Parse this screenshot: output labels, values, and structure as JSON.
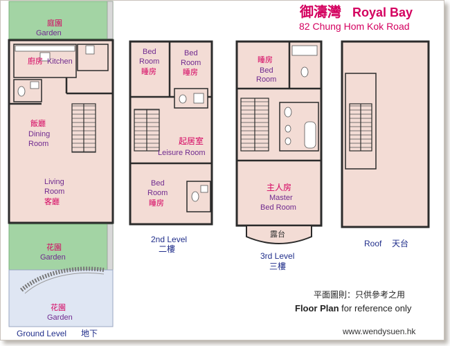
{
  "header": {
    "title_cn": "御濤灣",
    "title_en": "Royal Bay",
    "address": "82 Chung Hom Kok Road"
  },
  "ground": {
    "garden_top_cn": "庭園",
    "garden_top_en": "Garden",
    "kitchen_cn": "廚房",
    "kitchen_en": "Kitchen",
    "dining_cn": "飯廳",
    "dining_en1": "Dining",
    "dining_en2": "Room",
    "living_en1": "Living",
    "living_en2": "Room",
    "living_cn": "客廳",
    "garden_mid_cn": "花園",
    "garden_mid_en": "Garden",
    "garden_low_cn": "花園",
    "garden_low_en": "Garden",
    "level_en": "Ground Level",
    "level_cn": "地下"
  },
  "second": {
    "bed1_en1": "Bed",
    "bed1_en2": "Room",
    "bed1_cn": "睡房",
    "bed2_en1": "Bed",
    "bed2_en2": "Room",
    "bed2_cn": "睡房",
    "leisure_cn": "起居室",
    "leisure_en": "Leisure Room",
    "bed3_en1": "Bed",
    "bed3_en2": "Room",
    "bed3_cn": "睡房",
    "level_en": "2nd Level",
    "level_cn": "二樓"
  },
  "third": {
    "bed_cn": "睡房",
    "bed_en1": "Bed",
    "bed_en2": "Room",
    "master_cn": "主人房",
    "master_en1": "Master",
    "master_en2": "Bed Room",
    "terrace_cn": "露台",
    "level_en": "3rd Level",
    "level_cn": "三樓"
  },
  "roof": {
    "label_en": "Roof",
    "label_cn": "天台"
  },
  "footer": {
    "note_cn": "平面圖則：只供參考之用",
    "note_bold": "Floor Plan",
    "note_rest": " for reference only",
    "website": "www.wendysuen.hk"
  },
  "colors": {
    "room_fill": "#f3dcd5",
    "wall": "#2b2b2b",
    "pink_text": "#d4005f",
    "purple_text": "#6f2a8f",
    "blue_text": "#1f2d8a",
    "garden_green": "#a3d4a4",
    "garden_light": "#dfe6f3"
  }
}
